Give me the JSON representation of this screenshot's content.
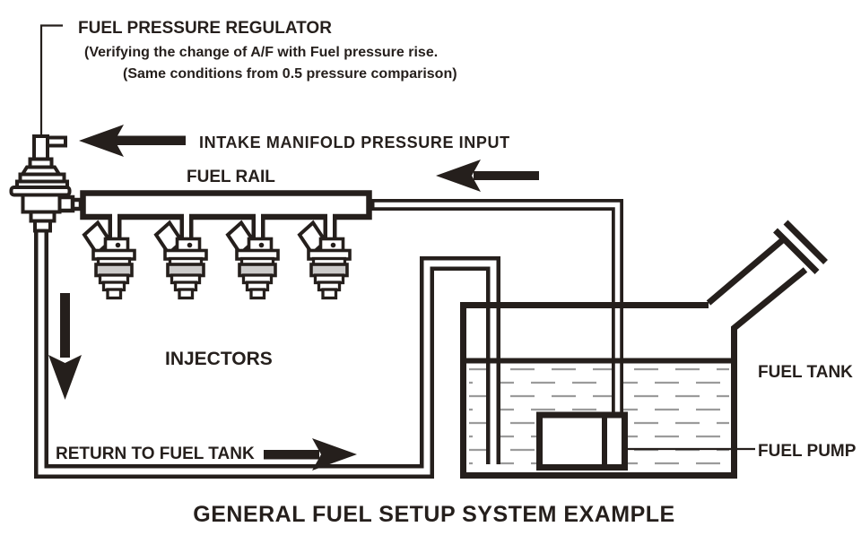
{
  "diagram": {
    "title": "GENERAL FUEL SETUP SYSTEM EXAMPLE",
    "labels": {
      "regulator": "FUEL PRESSURE REGULATOR",
      "regulator_note1": "(Verifying the change of A/F with Fuel pressure rise.",
      "regulator_note2": "(Same conditions from 0.5 pressure comparison)",
      "intake": "INTAKE MANIFOLD PRESSURE INPUT",
      "fuel_rail": "FUEL RAIL",
      "injectors": "INJECTORS",
      "return_line": "RETURN TO FUEL TANK",
      "fuel_tank": "FUEL TANK",
      "fuel_pump": "FUEL PUMP"
    },
    "colors": {
      "ink": "#251f1c",
      "fuel_dash": "#9b9b9b",
      "injector_band": "#cccbca",
      "background": "#ffffff"
    }
  }
}
